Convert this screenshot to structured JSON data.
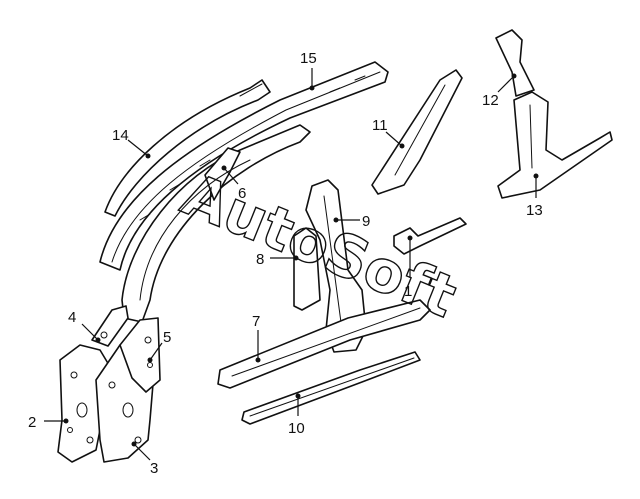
{
  "diagram": {
    "callouts": [
      {
        "id": "1",
        "text": "1"
      },
      {
        "id": "2",
        "text": "2"
      },
      {
        "id": "3",
        "text": "3"
      },
      {
        "id": "4",
        "text": "4"
      },
      {
        "id": "5",
        "text": "5"
      },
      {
        "id": "6",
        "text": "6"
      },
      {
        "id": "7",
        "text": "7"
      },
      {
        "id": "8",
        "text": "8"
      },
      {
        "id": "9",
        "text": "9"
      },
      {
        "id": "10",
        "text": "10"
      },
      {
        "id": "11",
        "text": "11"
      },
      {
        "id": "12",
        "text": "12"
      },
      {
        "id": "13",
        "text": "13"
      },
      {
        "id": "14",
        "text": "14"
      },
      {
        "id": "15",
        "text": "15"
      }
    ],
    "watermark": "AutoSoft"
  }
}
